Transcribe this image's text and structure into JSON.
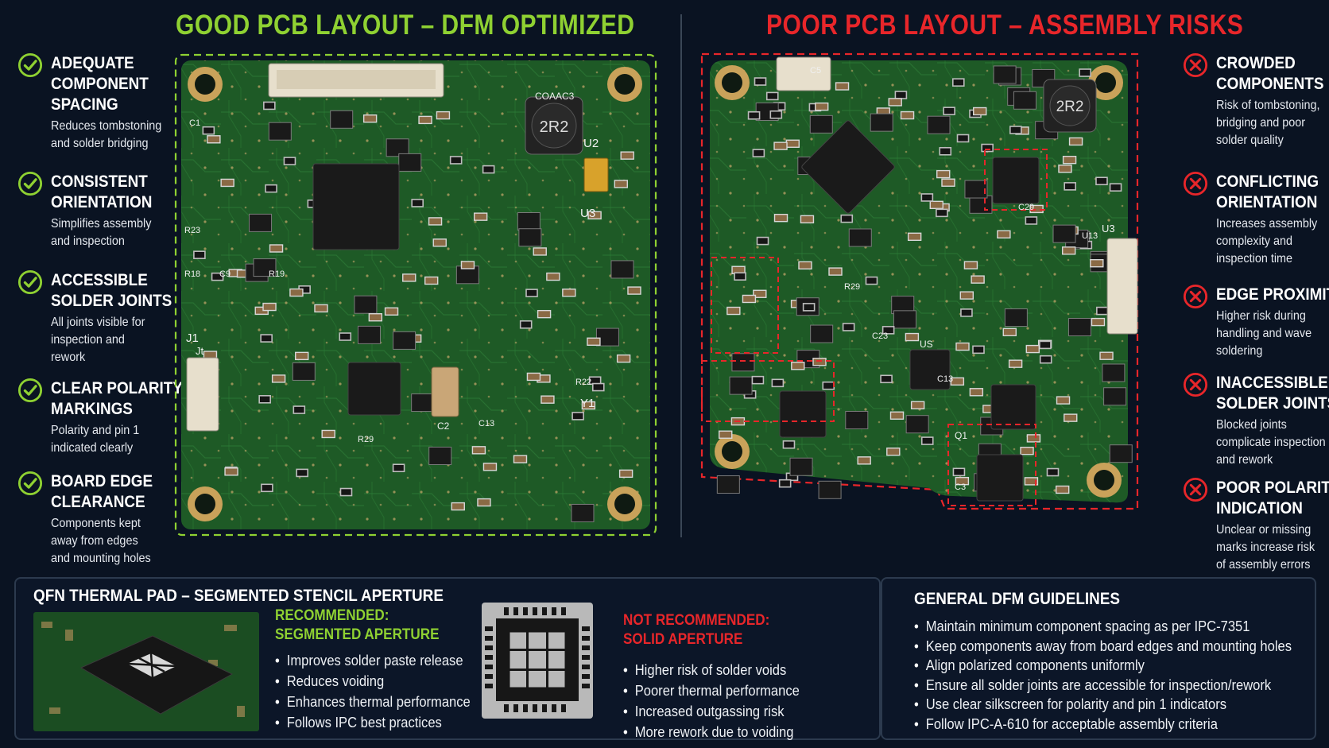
{
  "good": {
    "title": "GOOD PCB LAYOUT – DFM OPTIMIZED",
    "color": "#8fd132",
    "items": [
      {
        "head": [
          "ADEQUATE",
          "COMPONENT",
          "SPACING"
        ],
        "desc": [
          "Reduces tombstoning",
          "and solder bridging"
        ],
        "icon": "check-icon"
      },
      {
        "head": [
          "CONSISTENT",
          "ORIENTATION"
        ],
        "desc": [
          "Simplifies assembly",
          "and inspection"
        ],
        "icon": "check-icon"
      },
      {
        "head": [
          "ACCESSIBLE",
          "SOLDER JOINTS"
        ],
        "desc": [
          "All joints visible for",
          "inspection and",
          "rework"
        ],
        "icon": "check-icon"
      },
      {
        "head": [
          "CLEAR POLARITY",
          "MARKINGS"
        ],
        "desc": [
          "Polarity and pin 1",
          "indicated clearly"
        ],
        "icon": "check-icon"
      },
      {
        "head": [
          "BOARD EDGE",
          "CLEARANCE"
        ],
        "desc": [
          "Components kept",
          "away from edges",
          "and mounting holes"
        ],
        "icon": "check-icon"
      }
    ],
    "board_labels": {
      "inductor": "2R2",
      "conn": "J1",
      "conn2": "Jt",
      "crystal": "Y1",
      "u2": "U2",
      "u3": "U3",
      "cap": "C2",
      "c1": "C1",
      "r23": "R23",
      "c13": "C13",
      "r18": "R18",
      "c9": "C9",
      "r19": "R19",
      "r29": "R29",
      "r22": "R22",
      "coda": "COAAC3"
    }
  },
  "poor": {
    "title": "POOR PCB LAYOUT – ASSEMBLY RISKS",
    "color": "#e8262a",
    "items": [
      {
        "head": [
          "CROWDED",
          "COMPONENTS"
        ],
        "desc": [
          "Risk of tombstoning,",
          "bridging and poor",
          "solder quality"
        ],
        "icon": "x-icon"
      },
      {
        "head": [
          "CONFLICTING",
          "ORIENTATION"
        ],
        "desc": [
          "Increases assembly",
          "complexity and",
          "inspection time"
        ],
        "icon": "x-icon"
      },
      {
        "head": [
          "EDGE PROXIMITY"
        ],
        "desc": [
          "Higher risk during",
          "handling and wave",
          "soldering"
        ],
        "icon": "x-icon"
      },
      {
        "head": [
          "INACCESSIBLE",
          "SOLDER JOINTS"
        ],
        "desc": [
          "Blocked joints",
          "complicate inspection",
          "and rework"
        ],
        "icon": "x-icon"
      },
      {
        "head": [
          "POOR POLARITY",
          "INDICATION"
        ],
        "desc": [
          "Unclear or missing",
          "marks increase risk",
          "of assembly errors"
        ],
        "icon": "x-icon"
      }
    ],
    "board_labels": {
      "inductor": "2R2",
      "u3": "U3",
      "u13": "U13",
      "us": "US",
      "c23": "C23",
      "r29": "R29",
      "c29": "C29",
      "q1": "Q1",
      "c3": "C3",
      "c13": "C13",
      "c5": "C5"
    }
  },
  "qfn": {
    "title": "QFN THERMAL PAD – SEGMENTED STENCIL APERTURE",
    "recommended_label": [
      "RECOMMENDED:",
      "SEGMENTED APERTURE"
    ],
    "recommended_color": "#8fd132",
    "recommended_items": [
      "Improves solder paste release",
      "Reduces voiding",
      "Enhances thermal performance",
      "Follows IPC best practices"
    ],
    "not_label": [
      "NOT RECOMMENDED:",
      "SOLID APERTURE"
    ],
    "not_color": "#e8262a",
    "not_items": [
      "Higher risk of solder voids",
      "Poorer thermal performance",
      "Increased outgassing risk",
      "More rework due to voiding"
    ]
  },
  "guidelines": {
    "title": "GENERAL DFM GUIDELINES",
    "items": [
      "Maintain minimum component spacing as per IPC-7351",
      "Keep components away from board edges and mounting holes",
      "Align polarized components uniformly",
      "Ensure all solder joints are accessible for inspection/rework",
      "Use clear silkscreen for polarity and pin 1 indicators",
      "Follow IPC-A-610 for acceptable assembly criteria"
    ]
  }
}
